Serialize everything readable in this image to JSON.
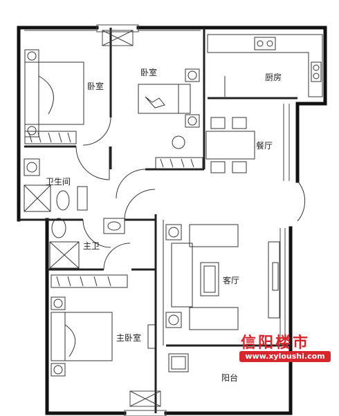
{
  "rooms": {
    "bedroom_nw": "卧室",
    "bedroom_mid": "卧室",
    "kitchen": "厨房",
    "dining": "餐厅",
    "bathroom": "卫生间",
    "master_bath": "主卫",
    "living": "客厅",
    "master_bedroom": "主卧室",
    "balcony": "阳台"
  },
  "watermark": {
    "site_name": "信阳楼市",
    "url": "www.xyloushi.com"
  },
  "colors": {
    "wall": "#111111",
    "line": "#333333",
    "watermark": "#d8262e"
  }
}
